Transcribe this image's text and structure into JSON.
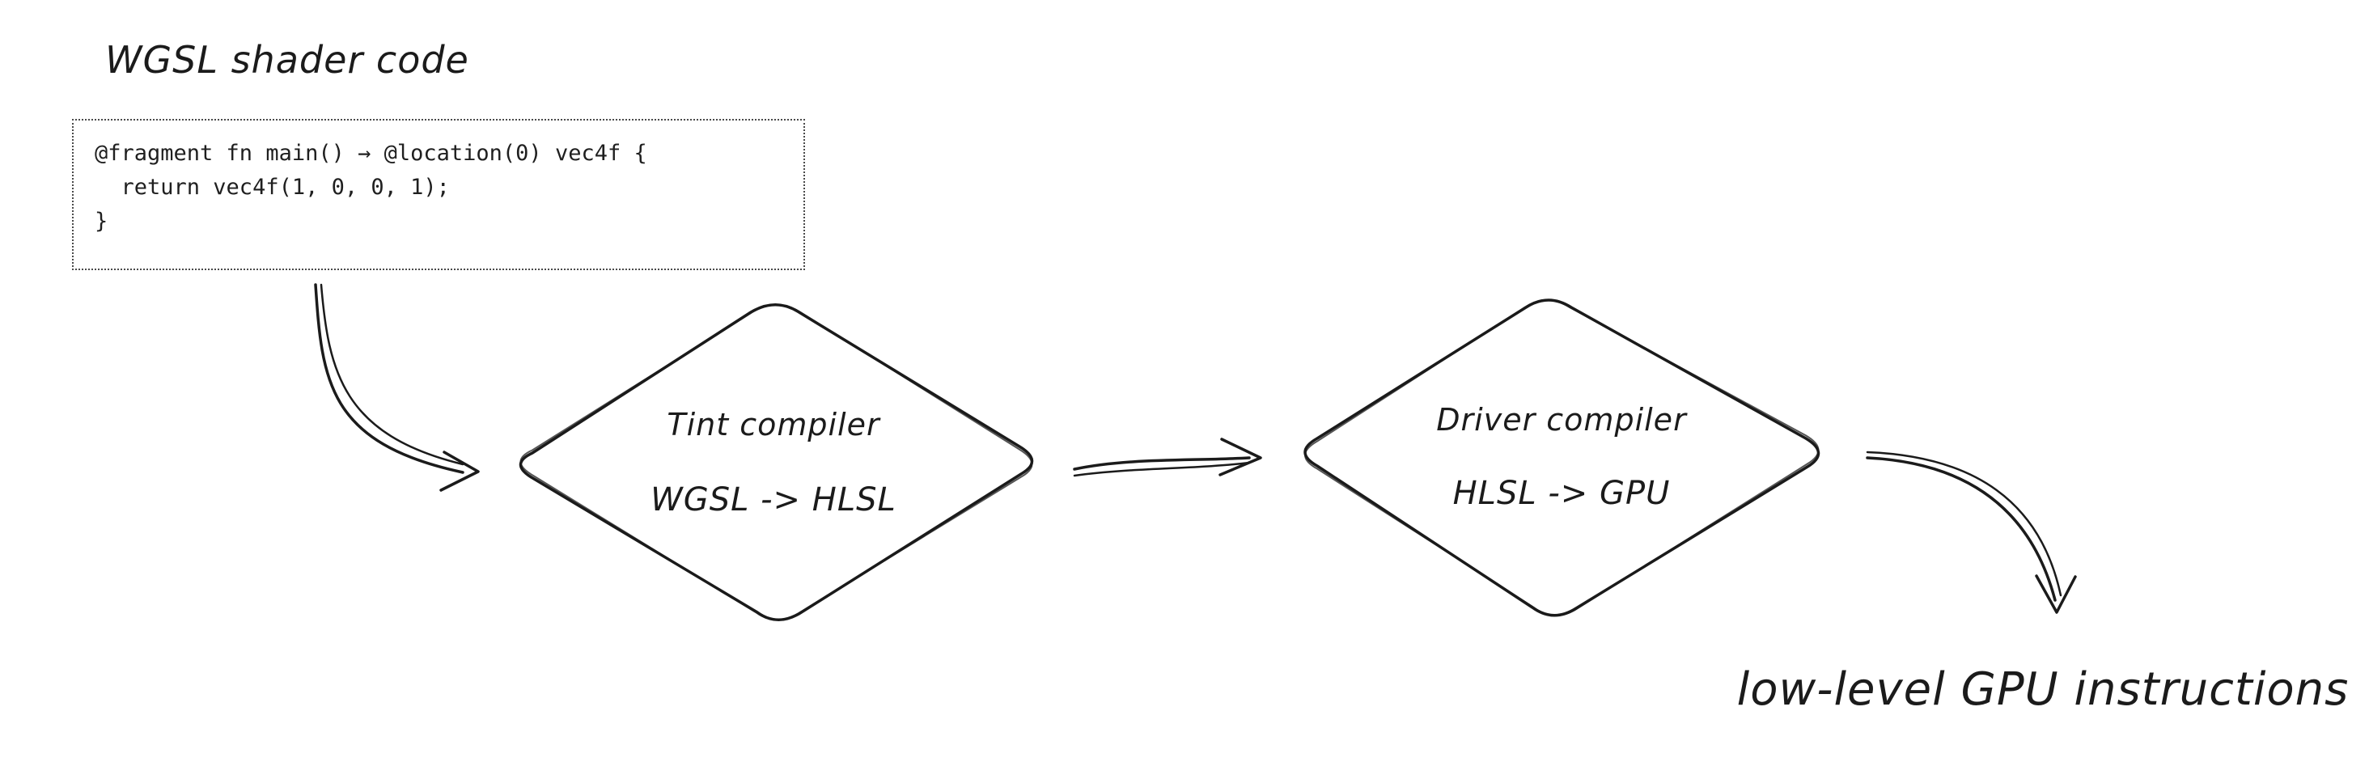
{
  "title": "WGSL shader code",
  "code_box": {
    "lines": [
      "@fragment fn main() → @location(0) vec4f {",
      "  return vec4f(1, 0, 0, 1);",
      "}"
    ]
  },
  "nodes": {
    "tint": {
      "title": "Tint compiler",
      "subtitle": "WGSL -> HLSL"
    },
    "driver": {
      "title": "Driver compiler",
      "subtitle": "HLSL -> GPU"
    }
  },
  "output_label": "low-level GPU instructions",
  "colors": {
    "stroke": "#1b1b1b",
    "background": "#ffffff",
    "dotted_border": "#4a4a4a"
  }
}
